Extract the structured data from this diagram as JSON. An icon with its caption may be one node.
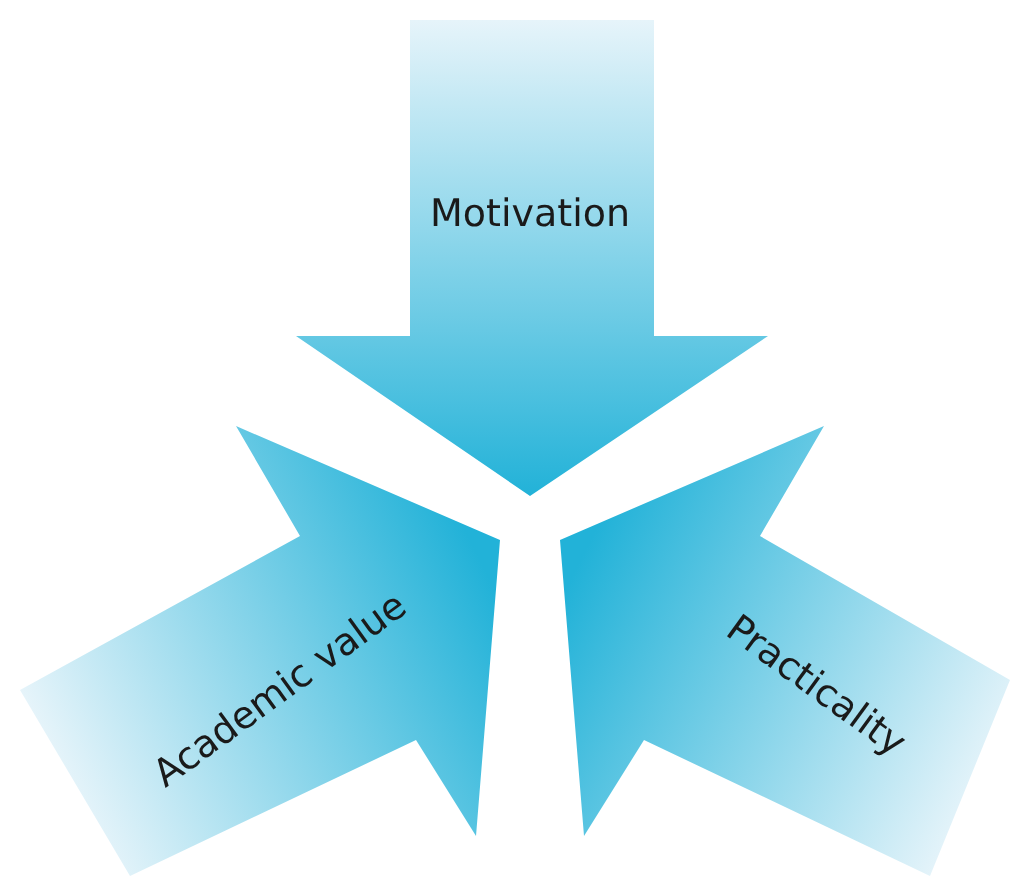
{
  "diagram": {
    "nodes": [
      {
        "text": [
          "Motivation"
        ]
      },
      {
        "text": [
          "Academic value"
        ]
      },
      {
        "text": [
          "Practicality"
        ]
      }
    ]
  }
}
